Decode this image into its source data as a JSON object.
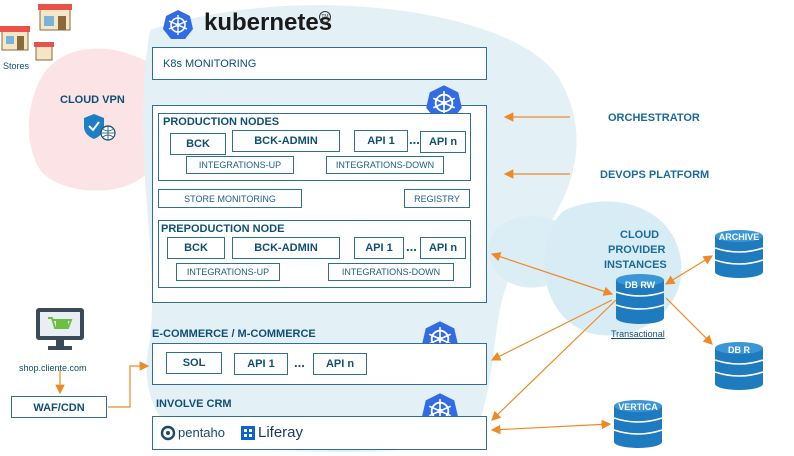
{
  "brand": {
    "name": "kubernetes",
    "trademark": "TM"
  },
  "stores": {
    "label": "Stores"
  },
  "cloud_vpn": {
    "label": "CLOUD VPN"
  },
  "shop": {
    "url": "shop.cliente.com"
  },
  "waf": {
    "label": "WAF/CDN"
  },
  "monitoring": {
    "label": "K8s MONITORING"
  },
  "production": {
    "title": "PRODUCTION NODES",
    "bck": "BCK",
    "bck_admin": "BCK-ADMIN",
    "api1": "API 1",
    "dots": "...",
    "apin": "API n",
    "int_up": "INTEGRATIONS-UP",
    "int_down": "INTEGRATIONS-DOWN"
  },
  "store_monitoring": "STORE MONITORING",
  "registry": "REGISTRY",
  "preproduction": {
    "title": "PREPODUCTION NODE",
    "bck": "BCK",
    "bck_admin": "BCK-ADMIN",
    "api1": "API 1",
    "dots": "...",
    "apin": "API n",
    "int_up": "INTEGRATIONS-UP",
    "int_down": "INTEGRATIONS-DOWN"
  },
  "ecommerce": {
    "title": "E-COMMERCE / M-COMMERCE",
    "sol": "SOL",
    "api1": "API 1",
    "dots": "...",
    "apin": "API n"
  },
  "crm": {
    "title": "INVOLVE CRM",
    "pentaho": "pentaho",
    "liferay": "Liferay"
  },
  "orchestrator": "ORCHESTRATOR",
  "devops": "DEVOPS PLATFORM",
  "cloud_provider": {
    "line1": "CLOUD",
    "line2": "PROVIDER",
    "line3": "INSTANCES"
  },
  "db_rw": {
    "label": "DB RW",
    "caption": "Transactional"
  },
  "archive": "ARCHIVE",
  "db_r": "DB R",
  "vertica": "VERTICA",
  "colors": {
    "primary": "#0f4f73",
    "k8s_blue": "#326ce5",
    "arrow": "#ee8a25",
    "db": "#1f7bc0",
    "blob_pink": "#fbe3e6",
    "blob_blue": "#dbeef6"
  }
}
